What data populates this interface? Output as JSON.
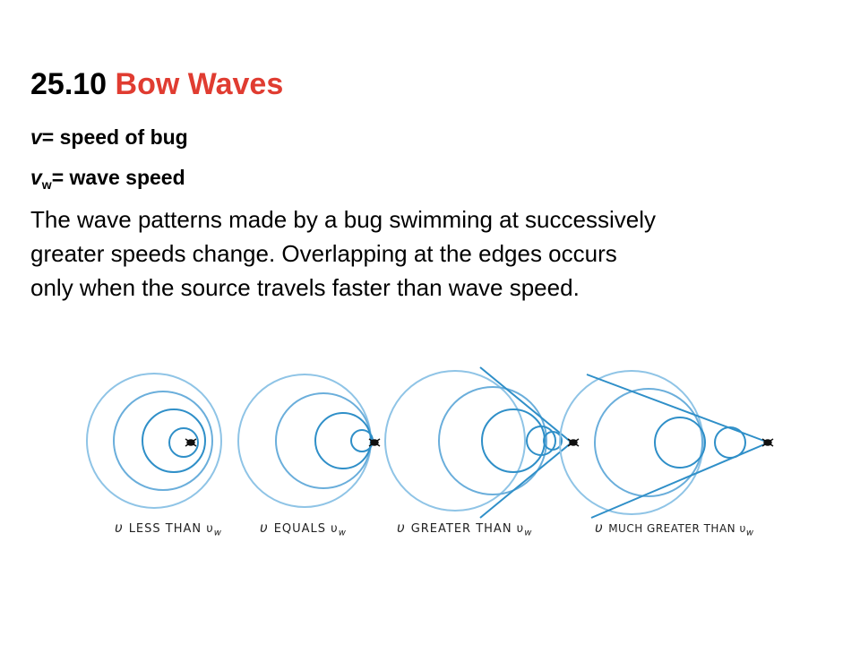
{
  "slide": {
    "title_number": "25.10",
    "title_text": "Bow Waves",
    "line1_var": "v",
    "line1_rest": "= speed of bug",
    "line2_var": "v",
    "line2_sub": "w",
    "line2_rest": "= wave speed",
    "paragraph": [
      "The wave patterns made by a bug swimming at successively",
      "greater speeds change. Overlapping at the edges occurs",
      "only when the source travels faster than wave speed."
    ]
  },
  "figure": {
    "wave_color": "#2f8fc8",
    "wave_color_light": "#8fc4e6",
    "captions": [
      {
        "var": "υ",
        "text": "LESS THAN υ",
        "sub": "w"
      },
      {
        "var": "υ",
        "text": "EQUALS υ",
        "sub": "w"
      },
      {
        "var": "υ",
        "text": "GREATER THAN υ",
        "sub": "w"
      },
      {
        "var": "υ",
        "text": "MUCH GREATER THAN υ",
        "sub": "w"
      }
    ]
  }
}
